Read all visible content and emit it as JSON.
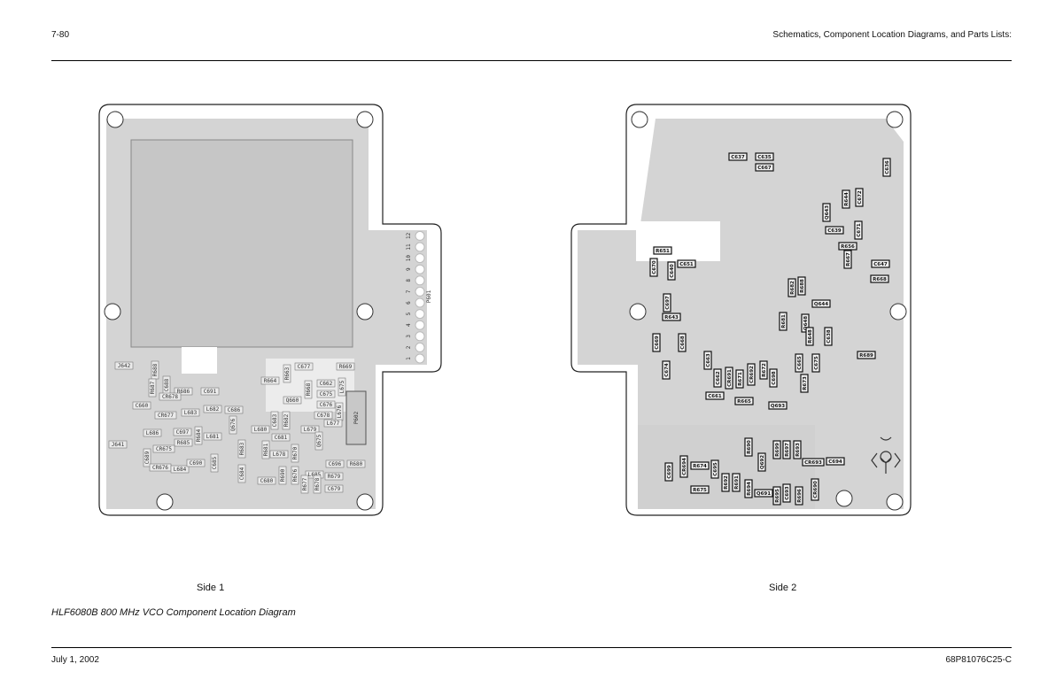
{
  "header": {
    "page_number": "7-80",
    "section_title": "Schematics, Component Location Diagrams, and Parts Lists:"
  },
  "footer": {
    "date": "July 1, 2002",
    "doc_number": "68P81076C25-C"
  },
  "caption": "HLF6080B 800 MHz VCO Component Location Diagram",
  "side1": {
    "label": "Side 1",
    "connector_label": "P601",
    "connector_pins": [
      "1",
      "2",
      "3",
      "4",
      "5",
      "6",
      "7",
      "8",
      "9",
      "10",
      "11",
      "12"
    ],
    "components": [
      "J642",
      "R688",
      "R687",
      "C688",
      "R686",
      "C691",
      "CR678",
      "C660",
      "CR677",
      "L683",
      "L682",
      "C686",
      "Q676",
      "L686",
      "C697",
      "R684",
      "L681",
      "R685",
      "J641",
      "CR675",
      "C689",
      "CR676",
      "L684",
      "C690",
      "C685",
      "R683",
      "C684",
      "L680",
      "C683",
      "R682",
      "C681",
      "L679",
      "Q675",
      "R681",
      "L678",
      "R670",
      "C680",
      "R690",
      "R676",
      "L685",
      "R677",
      "R678",
      "C696",
      "R680",
      "R679",
      "C679",
      "R663",
      "C677",
      "R669",
      "R664",
      "Q660",
      "R668",
      "C662",
      "C675",
      "C676",
      "C678",
      "L675",
      "L676",
      "L677",
      "P602"
    ]
  },
  "side2": {
    "label": "Side 2",
    "components": [
      "C637",
      "C635",
      "C667",
      "C636",
      "C672",
      "R644",
      "Q643",
      "C639",
      "C671",
      "R656",
      "R667",
      "C647",
      "R668",
      "R651",
      "C670",
      "C651",
      "C640",
      "C697",
      "R643",
      "C669",
      "C668",
      "C674",
      "R682",
      "R688",
      "Q644",
      "R681",
      "Q648",
      "R648",
      "C638",
      "R689",
      "C665",
      "C675",
      "C663",
      "C662",
      "CR691",
      "R671",
      "CR692",
      "R672",
      "C698",
      "R673",
      "C661",
      "R665",
      "Q693",
      "C699",
      "CR694",
      "R674",
      "R675",
      "C695",
      "R692",
      "R691",
      "R690",
      "Q692",
      "R694",
      "Q691",
      "R699",
      "R697",
      "R693",
      "CR693",
      "C694",
      "R695",
      "C693",
      "R696",
      "CR690"
    ]
  }
}
